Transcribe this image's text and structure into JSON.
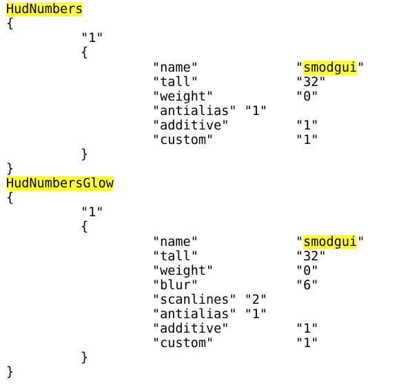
{
  "blocks": [
    {
      "name": "HudNumbers",
      "open_brace": "{",
      "close_brace": "}",
      "index": "\"1\"",
      "inner_open": "{",
      "inner_close": "}",
      "props": [
        {
          "key": "\"name\"",
          "value_prefix": "\"",
          "value_hl": "smodgui",
          "value_suffix": "\""
        },
        {
          "key": "\"tall\"",
          "value": "\"32\""
        },
        {
          "key": "\"weight\"",
          "value": "\"0\""
        },
        {
          "line": "\"antialias\" \"1\""
        },
        {
          "key": "\"additive\"",
          "value": "\"1\""
        },
        {
          "key": "\"custom\"",
          "value": "\"1\""
        }
      ]
    },
    {
      "name": "HudNumbersGlow",
      "open_brace": "{",
      "close_brace": "}",
      "index": "\"1\"",
      "inner_open": "{",
      "inner_close": "}",
      "props": [
        {
          "key": "\"name\"",
          "value_prefix": "\"",
          "value_hl": "smodgui",
          "value_suffix": "\""
        },
        {
          "key": "\"tall\"",
          "value": "\"32\""
        },
        {
          "key": "\"weight\"",
          "value": "\"0\""
        },
        {
          "key": "\"blur\"",
          "value": "\"6\""
        },
        {
          "line": "\"scanlines\" \"2\""
        },
        {
          "line": "\"antialias\" \"1\""
        },
        {
          "key": "\"additive\"",
          "value": "\"1\""
        },
        {
          "key": "\"custom\"",
          "value": "\"1\""
        }
      ]
    }
  ],
  "colors": {
    "highlight": "#ffff3a",
    "text": "#000000",
    "background": "#ffffff"
  }
}
